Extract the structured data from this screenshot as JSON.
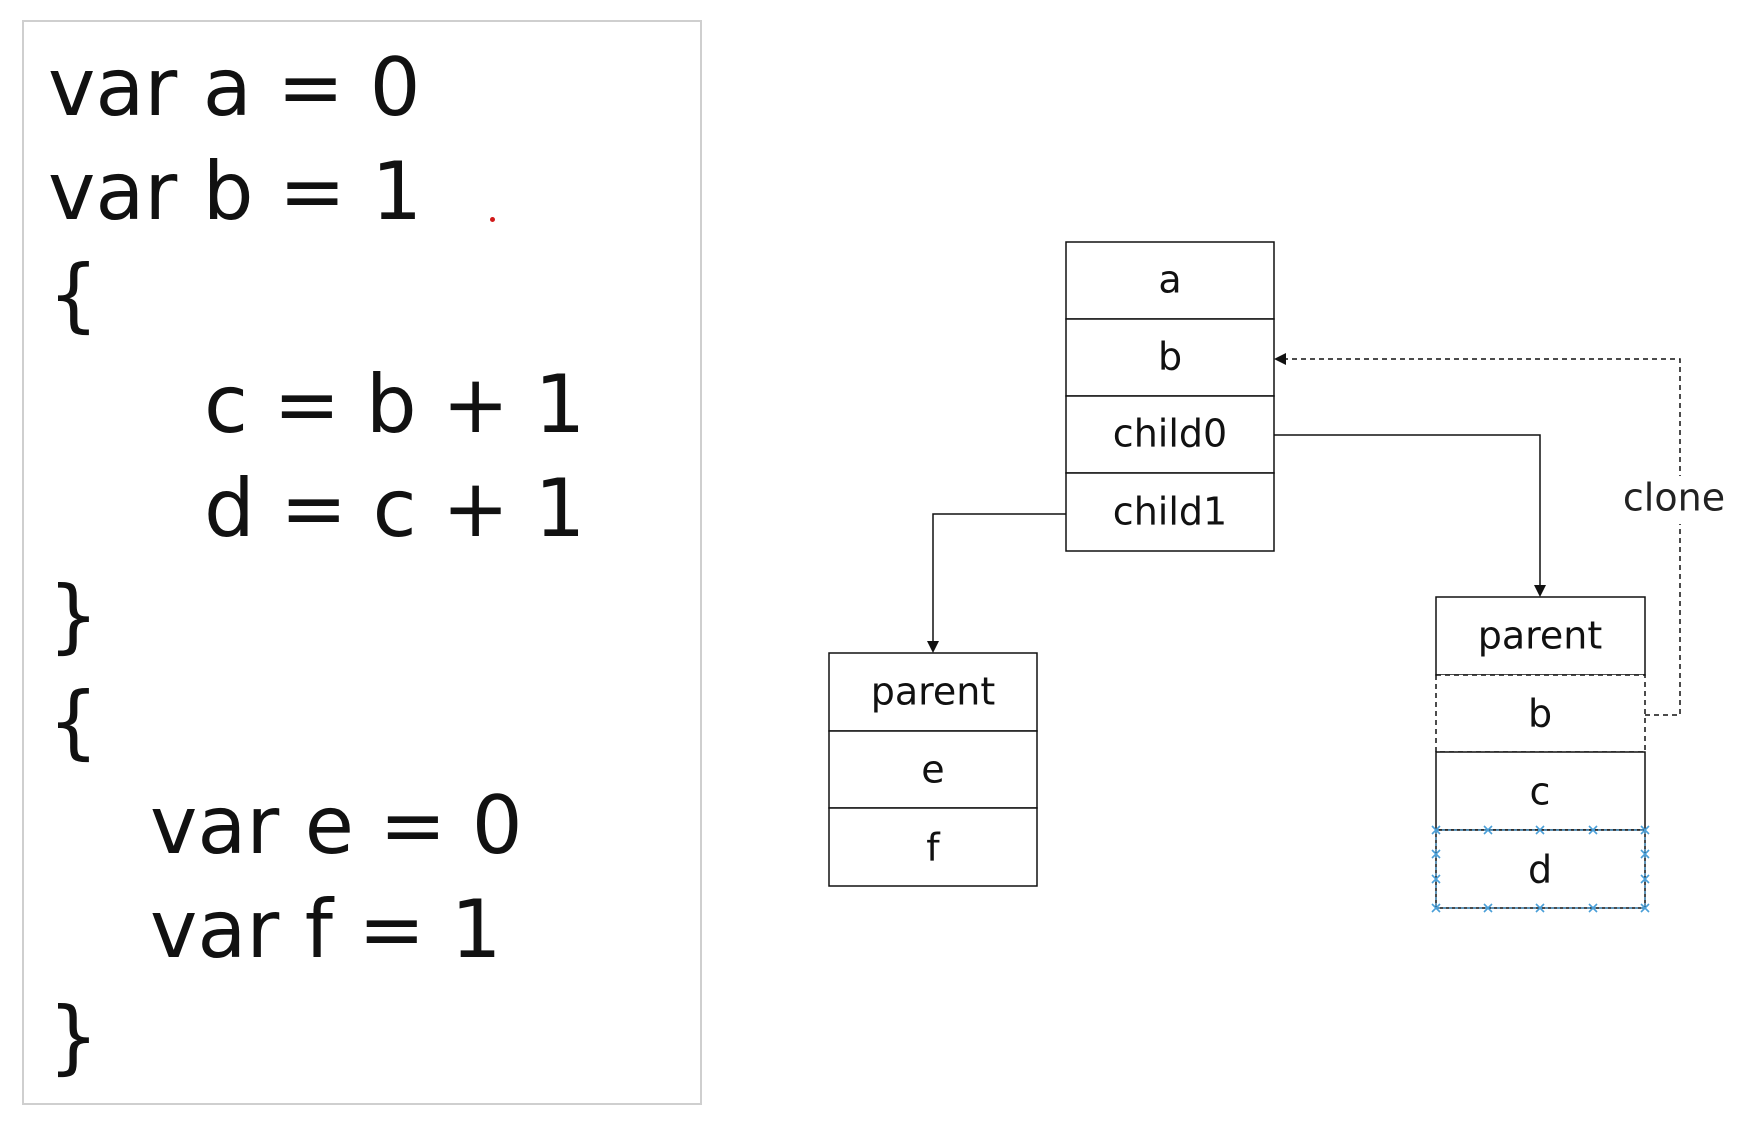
{
  "code": {
    "lines": [
      "var a = 0",
      "var b = 1",
      "{",
      "c = b + 1",
      "d = c + 1",
      "}",
      "{",
      "var e = 0",
      "var f = 1",
      "}"
    ]
  },
  "diagram": {
    "root": {
      "cells": [
        "a",
        "b",
        "child0",
        "child1"
      ]
    },
    "left_child": {
      "cells": [
        "parent",
        "e",
        "f"
      ]
    },
    "right_child": {
      "cells": [
        "parent",
        "b",
        "c",
        "d"
      ]
    },
    "clone_label": "clone"
  },
  "colors": {
    "line": "#111111",
    "panel_border": "#cfcfcf",
    "selection_handle": "#4a9fd8",
    "dot": "#d11a1a"
  }
}
